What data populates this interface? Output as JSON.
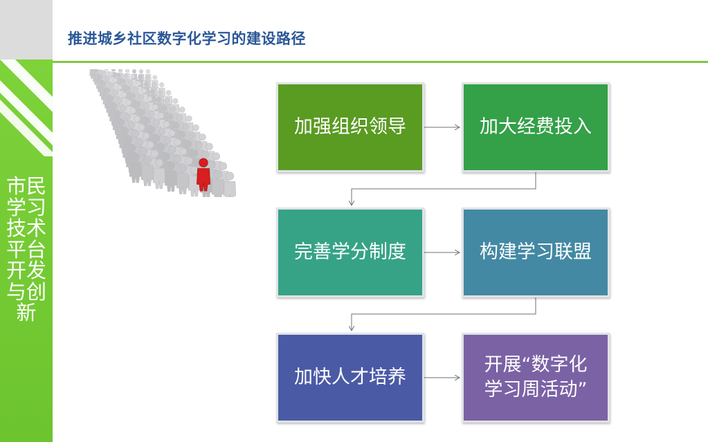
{
  "page": {
    "title": "推进城乡社区数字化学习的建设路径"
  },
  "sidebar": {
    "title": "市民学习技术平台开发与创新"
  },
  "flow": {
    "steps": [
      "加强组织领导",
      "加大经费投入",
      "完善学分制度",
      "构建学习联盟",
      "加快人才培养",
      "开展“数字化\n学习周活动”"
    ]
  },
  "colors": {
    "step1": "#5a9b22",
    "step2": "#34a048",
    "step3": "#36a386",
    "step4": "#4389a3",
    "step5": "#4a5aa5",
    "step6": "#7b62a5",
    "accent_green": "#7ec843",
    "title_blue": "#2b5797",
    "leader_red": "#d81e1e"
  },
  "icons": {
    "decoration": "crowd-with-red-leader-icon"
  }
}
